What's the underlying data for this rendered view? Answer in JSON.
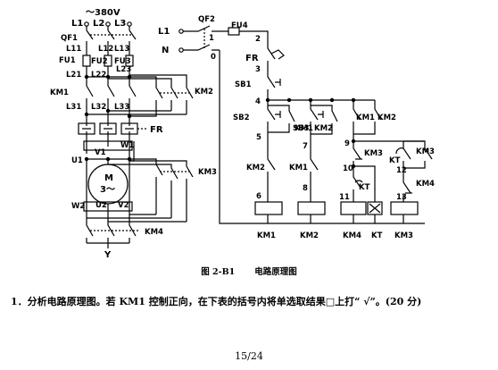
{
  "diagram": {
    "supply": {
      "voltage": "～380V",
      "phases": [
        "L1",
        "L2",
        "L3"
      ]
    },
    "main_circuit": {
      "breaker": "QF1",
      "phase_points": {
        "row1": [
          "L11",
          "L12",
          "L13"
        ],
        "row2": [
          "L21",
          "L22",
          "L23"
        ],
        "row3": [
          "L31",
          "L32",
          "L33"
        ]
      },
      "fuses": [
        "FU1",
        "FU2",
        "FU3"
      ],
      "contactors": [
        "KM1",
        "KM2",
        "KM3",
        "KM4"
      ],
      "overload_relay": "FR",
      "motor": {
        "name": "M",
        "type": "3～",
        "terminals": [
          "U1",
          "V1",
          "W1",
          "W2",
          "U2",
          "V2"
        ]
      },
      "star_point": "Y"
    },
    "control_circuit": {
      "supply": [
        "L1",
        "N"
      ],
      "breaker": "QF2",
      "fuse": "FU4",
      "overload_contact": "FR",
      "stop_button": "SB1",
      "start_buttons": [
        "SB2",
        "SB3"
      ],
      "node_numbers": [
        "0",
        "1",
        "2",
        "3",
        "4",
        "5",
        "6",
        "7",
        "8",
        "9",
        "10",
        "11",
        "12",
        "13"
      ],
      "contact_labels": [
        "KM1",
        "KM2",
        "KM2",
        "KM1",
        "KM1",
        "KM2",
        "KM3",
        "KT",
        "KT",
        "KM3",
        "KM4"
      ],
      "coils": [
        "KM1",
        "KM2",
        "KM4",
        "KT",
        "KM3"
      ]
    }
  },
  "caption": {
    "figure_no": "图 2-B1",
    "title": "电路原理图"
  },
  "question": "1．分析电路原理图。若 KM1 控制正向，在下表的括号内将单选取结果□上打“ √”。(20 分)",
  "page_number": "15/24"
}
